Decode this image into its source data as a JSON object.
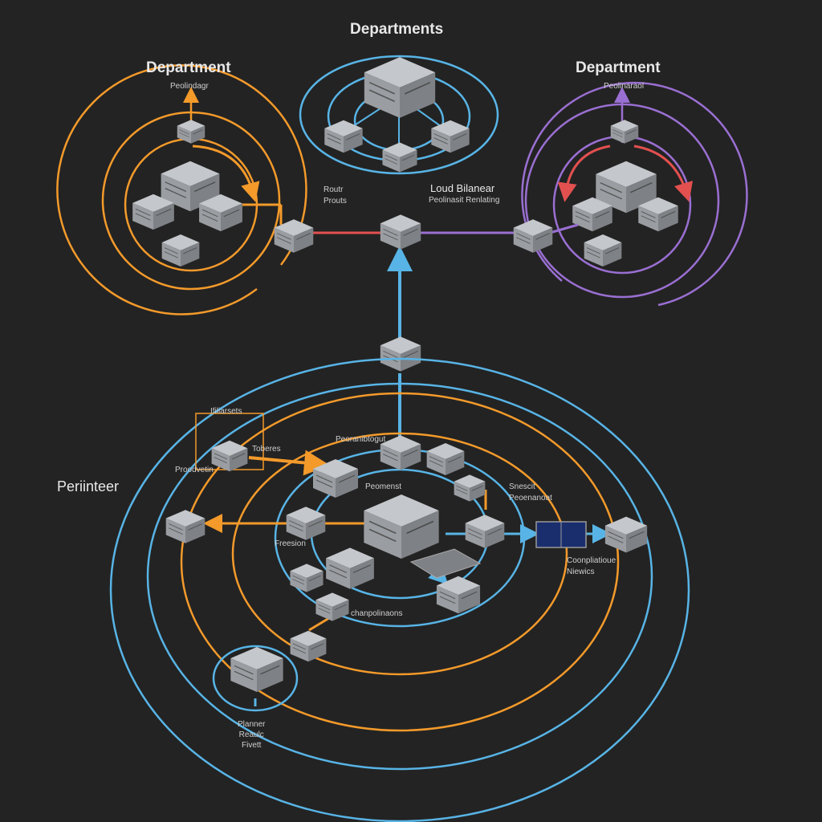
{
  "colors": {
    "background": "#232323",
    "orange": "#f39a2b",
    "blue": "#58b4e6",
    "purple": "#9a6fd2",
    "red": "#e2504f",
    "server_top": "#b9bcc0",
    "server_side": "#8f9296"
  },
  "labels": {
    "title_top": "Departments",
    "dept_left": "Department",
    "dept_left_sub": "Peolindagr",
    "dept_right": "Department",
    "dept_right_sub": "Peolinaraol",
    "router": "Routr\nProuts",
    "load_balancer": "Loud Bilanear",
    "load_balancer_sub": "Peolinasit Renlating",
    "perimeter": "Periinteer",
    "inner_top": "Peoranibtogut",
    "firewall_box": "Ifiliarsets",
    "firewall_box2": "Toberes",
    "left_node": "Proodvetin",
    "frame_mid": "Peomenst",
    "svc_right": "Snescit\nPeoenanoat",
    "frecion": "Freesion",
    "compliance": "Coonpliatioue\nNiewics",
    "channels": "chanpolinaons",
    "planner": "Planner\nReaulc\nFivett"
  },
  "icons": [
    "server-icon",
    "server-rack-icon",
    "monitor-icon",
    "arrow-icon"
  ]
}
